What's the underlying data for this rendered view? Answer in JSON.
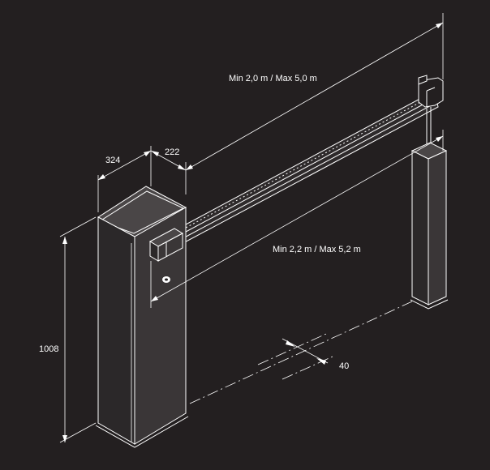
{
  "colors": {
    "background": "#231f20",
    "line": "#ffffff",
    "cabinet_front": "#2b2829",
    "cabinet_side": "#3a3637",
    "cabinet_top": "#4a4647"
  },
  "dimensions": {
    "beam_length": "Min 2,0 m / Max 5,0 m",
    "passage_width": "Min 2,2 m / Max 5,2 m",
    "cabinet_depth": "324",
    "beam_offset": "222",
    "cabinet_height": "1008",
    "ground_gap": "40"
  }
}
